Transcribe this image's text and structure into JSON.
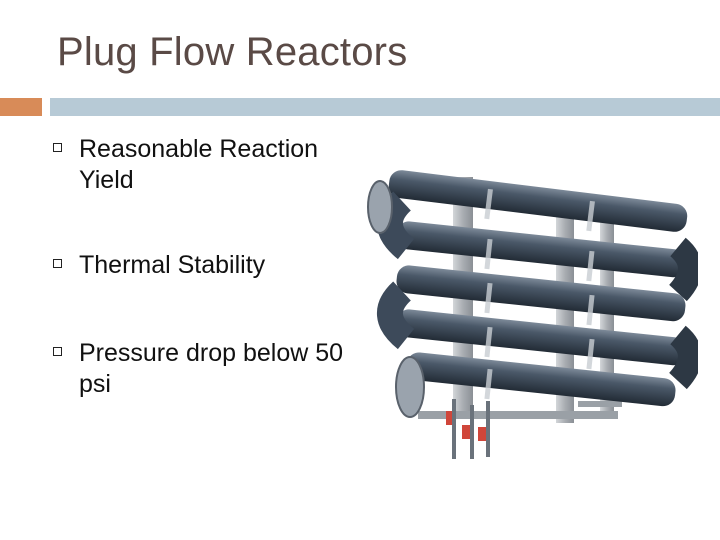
{
  "slide": {
    "title": "Plug Flow Reactors",
    "bullets": [
      {
        "text": "Reasonable Reaction Yield"
      },
      {
        "text": "Thermal Stability"
      },
      {
        "text": "Pressure drop below 50 psi"
      }
    ]
  },
  "colors": {
    "title": "#5a4a46",
    "accent_orange": "#d88b58",
    "accent_blue": "#b7cad6",
    "bullet_text": "#111111",
    "pipe": "#3d4a5a",
    "frame": "#b9bcbf",
    "valve": "#d0463a"
  },
  "image": {
    "subject": "coiled-pipe-plug-flow-reactor"
  }
}
